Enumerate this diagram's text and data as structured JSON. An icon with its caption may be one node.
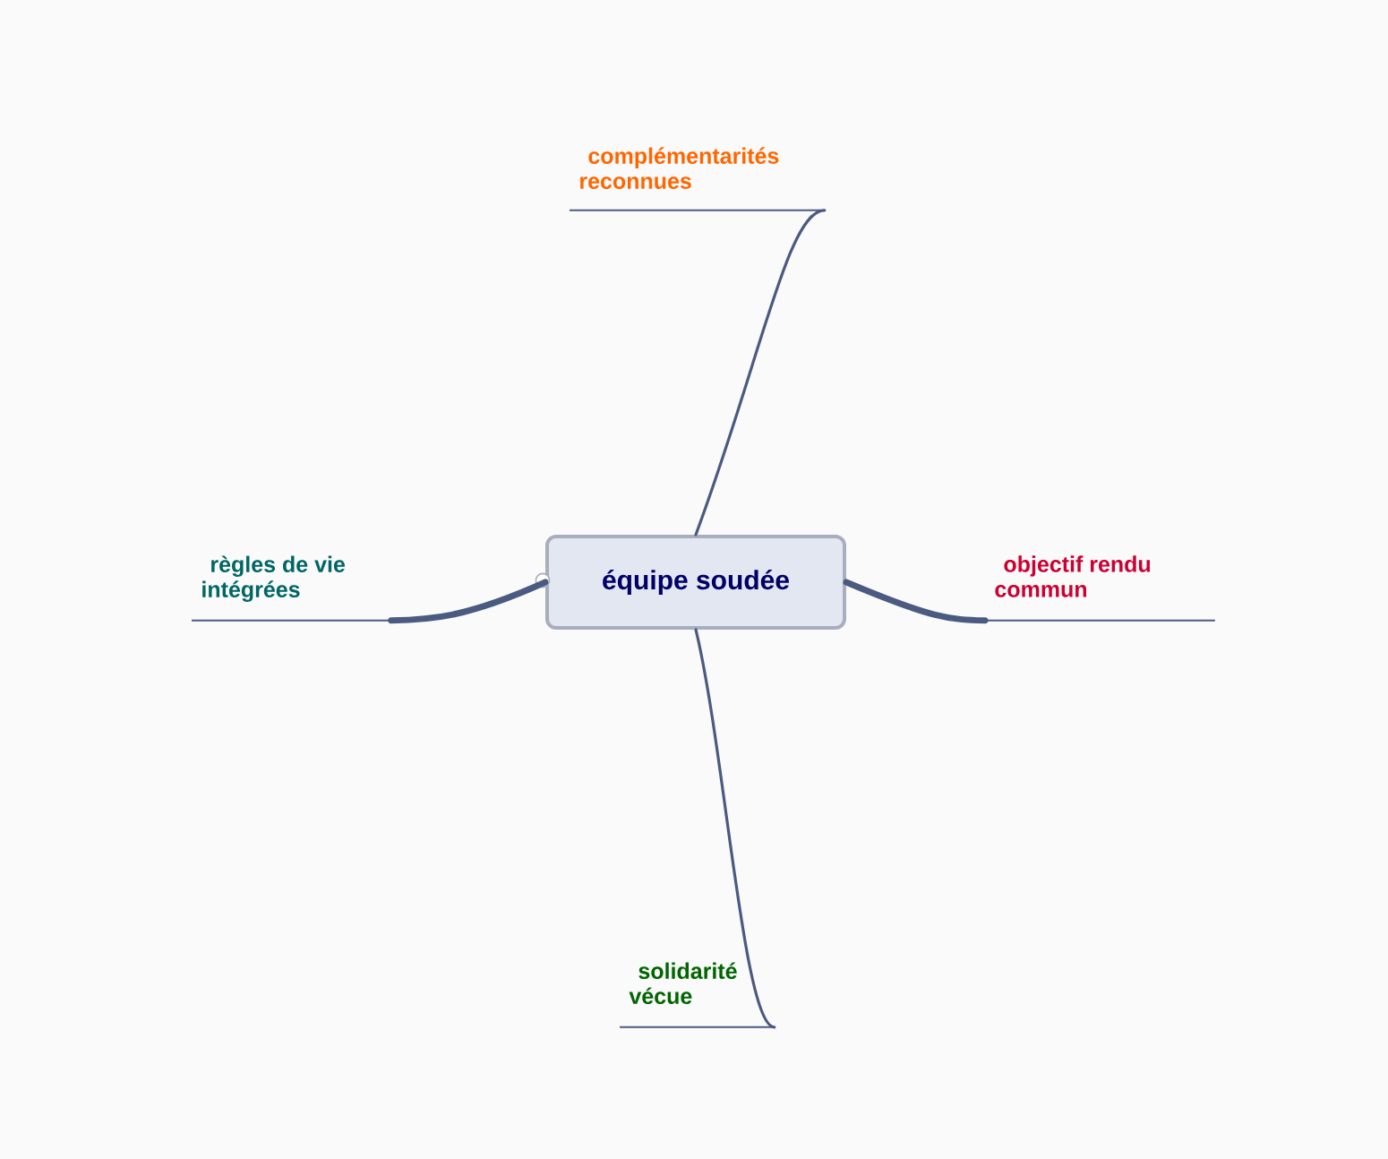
{
  "diagram": {
    "nodes": [
      {
        "text": [
          "équipe soudée"
        ]
      },
      {
        "text": [
          "complémentarités reconnues"
        ]
      },
      {
        "text": [
          "règles de vie intégrées"
        ]
      },
      {
        "text": [
          "objectif rendu commun"
        ]
      },
      {
        "text": [
          "solidarité vécue"
        ]
      }
    ],
    "edges": [
      {
        "from": 0,
        "to": 1,
        "arrow": "none"
      },
      {
        "from": 0,
        "to": 2,
        "arrow": "none",
        "style": "thick"
      },
      {
        "from": 0,
        "to": 3,
        "arrow": "none",
        "style": "thick"
      },
      {
        "from": 0,
        "to": 4,
        "arrow": "none"
      }
    ]
  }
}
